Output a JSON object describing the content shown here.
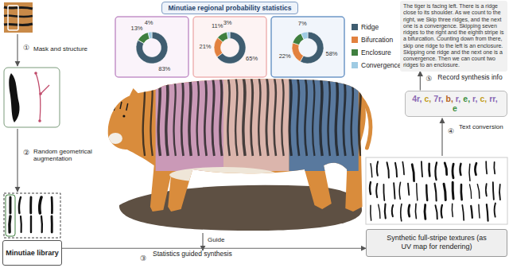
{
  "diagram": {
    "nodes": [
      {
        "text": [
          "Minutiae regional probability statistics"
        ]
      },
      {
        "text": [
          "Minutiae library"
        ]
      },
      {
        "text": [
          "The tiger is facing left. There is a ridge close to its shoulder. As we count to the right, we Skip three ridges, and the next one is a convergence. Skipping seven ridges to the right and the eighth stripe is a bifurcation. Counting down from there, skip one ridge to the left is an enclosure. Skipping one ridge and the next one is a convergence. Then we can count two ridges to an enclosure."
        ]
      },
      {
        "text": [
          "4r,",
          "c,",
          "7r,",
          "b,",
          "r,",
          "e,",
          "r,",
          "c,",
          "rr,",
          "e"
        ]
      },
      {
        "text": [
          "Synthetic full-stripe textures (as UV map for rendering)"
        ]
      }
    ],
    "edges": [
      {
        "from": 1,
        "to": 4,
        "arrow": "to",
        "label": "Statistics guided synthesis"
      },
      {
        "from": 3,
        "to": 2,
        "arrow": "to",
        "label": "Record synthesis info"
      }
    ],
    "labels": [
      "①",
      "Mask and structure",
      "②",
      "Random geometrical augmentation",
      "③",
      "Guide",
      "④",
      "Text conversion",
      "⑤",
      "13%",
      "4%",
      "83%",
      "11%",
      "3%",
      "21%",
      "65%",
      "7%",
      "22%",
      "58%"
    ],
    "legend": [
      {
        "text": "Ridge",
        "color": "#3f5d70"
      },
      {
        "text": "Bifurcation",
        "color": "#e2813f"
      },
      {
        "text": "Enclosure",
        "color": "#3f7f3f"
      },
      {
        "text": "Convergence",
        "color": "#9fcbe3"
      }
    ]
  }
}
